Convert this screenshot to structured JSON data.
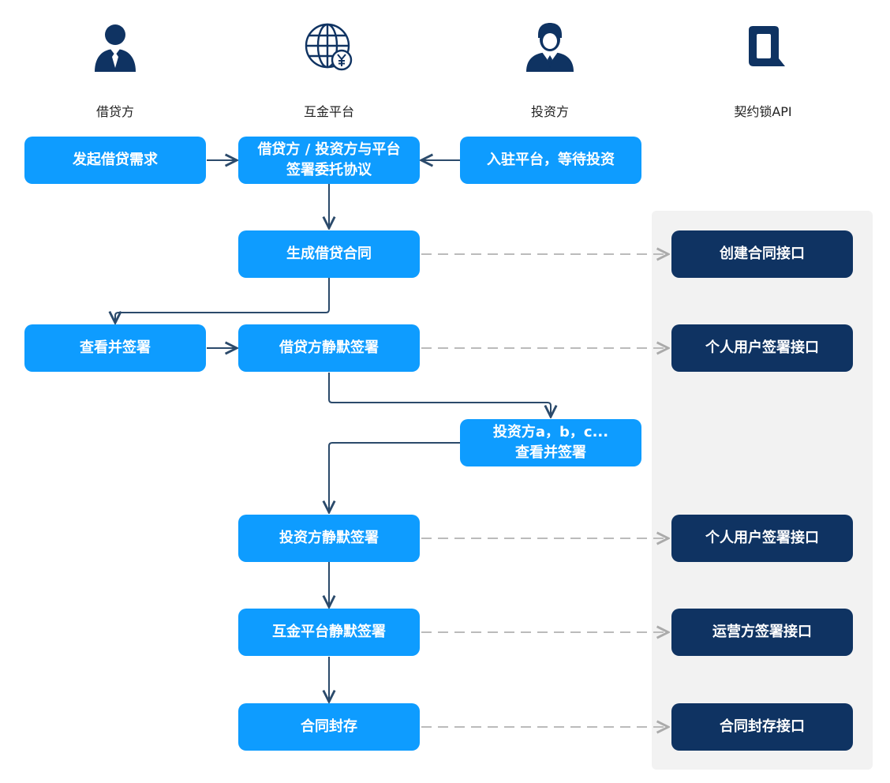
{
  "roles": [
    {
      "label": "借贷方",
      "icon": "person-tie-icon"
    },
    {
      "label": "互金平台",
      "icon": "globe-yen-icon"
    },
    {
      "label": "投资方",
      "icon": "businessman-icon"
    },
    {
      "label": "契约锁API",
      "icon": "qiyuesuo-logo-icon"
    }
  ],
  "nodes": {
    "initiate": "发起借贷需求",
    "agreement": "借贷方 / 投资方与平台\n签署委托协议",
    "join": "入驻平台，等待投资",
    "generate": "生成借贷合同",
    "view_sign": "查看并签署",
    "borrower_silent": "借贷方静默签署",
    "investors_view": "投资方a，b，c...\n查看并签署",
    "investor_silent": "投资方静默签署",
    "platform_silent": "互金平台静默签署",
    "archive": "合同封存"
  },
  "api": {
    "create": "创建合同接口",
    "personal_1": "个人用户签署接口",
    "personal_2": "个人用户签署接口",
    "operator": "运营方签署接口",
    "archive": "合同封存接口"
  },
  "colors": {
    "process_node": "#0e9cff",
    "api_node": "#0f3362",
    "connector": "#2b4a6b",
    "dashed_connector": "#bbbbbb",
    "api_panel": "#f2f2f2"
  }
}
